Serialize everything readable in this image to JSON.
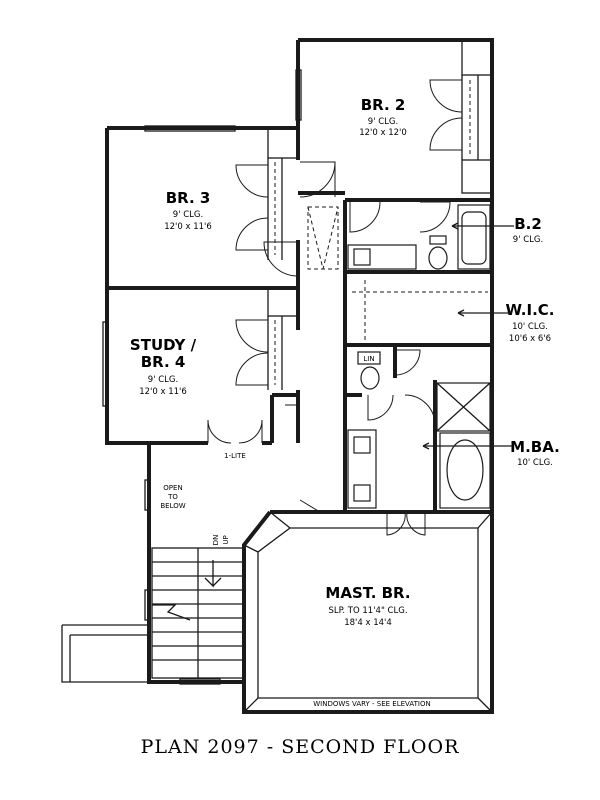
{
  "plan_title": "PLAN 2097 - SECOND FLOOR",
  "rooms": {
    "br2": {
      "name": "BR. 2",
      "clg": "9' CLG.",
      "size": "12'0 x 12'0"
    },
    "br3": {
      "name": "BR. 3",
      "clg": "9' CLG.",
      "size": "12'0 x 11'6"
    },
    "study": {
      "name_line1": "STUDY /",
      "name_line2": "BR. 4",
      "clg": "9' CLG.",
      "size": "12'0 x 11'6"
    },
    "b2": {
      "name": "B.2",
      "clg": "9' CLG."
    },
    "wic": {
      "name": "W.I.C.",
      "clg": "10' CLG.",
      "size": "10'6 x 6'6"
    },
    "mba": {
      "name": "M.BA.",
      "clg": "10' CLG."
    },
    "mastbr": {
      "name": "MAST. BR.",
      "clg": "SLP. TO 11'4\" CLG.",
      "size": "18'4 x 14'4"
    }
  },
  "notes": {
    "open_to_below": [
      "OPEN",
      "TO",
      "BELOW"
    ],
    "one_lite": "1-LITE",
    "lin": "LIN",
    "stair_dn": "DN",
    "stair_up": "UP",
    "windows": "WINDOWS VARY - SEE ELEVATION"
  }
}
